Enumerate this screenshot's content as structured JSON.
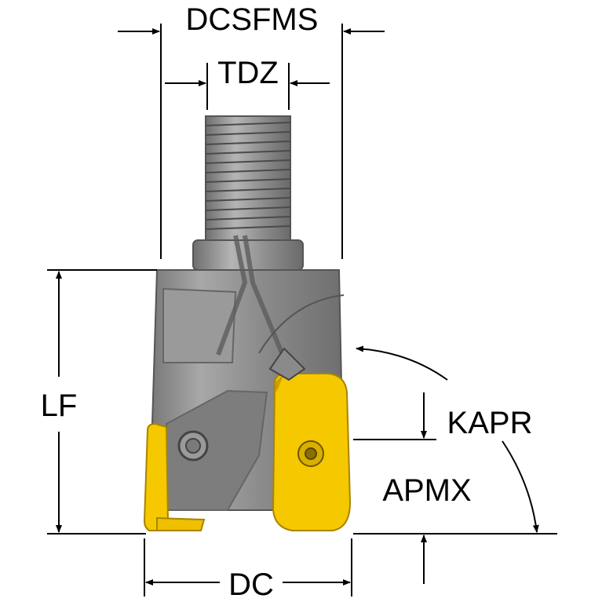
{
  "diagram": {
    "labels": {
      "dcsfms": "DCSFMS",
      "tdz": "TDZ",
      "lf": "LF",
      "kapr": "KAPR",
      "apmx": "APMX",
      "dc": "DC"
    },
    "colors": {
      "body": "#8c8c8c",
      "body_shadow": "#6f6f6f",
      "body_light": "#b8b8b8",
      "insert": "#f5c800",
      "insert_shadow": "#c89e00",
      "line": "#000000"
    }
  }
}
